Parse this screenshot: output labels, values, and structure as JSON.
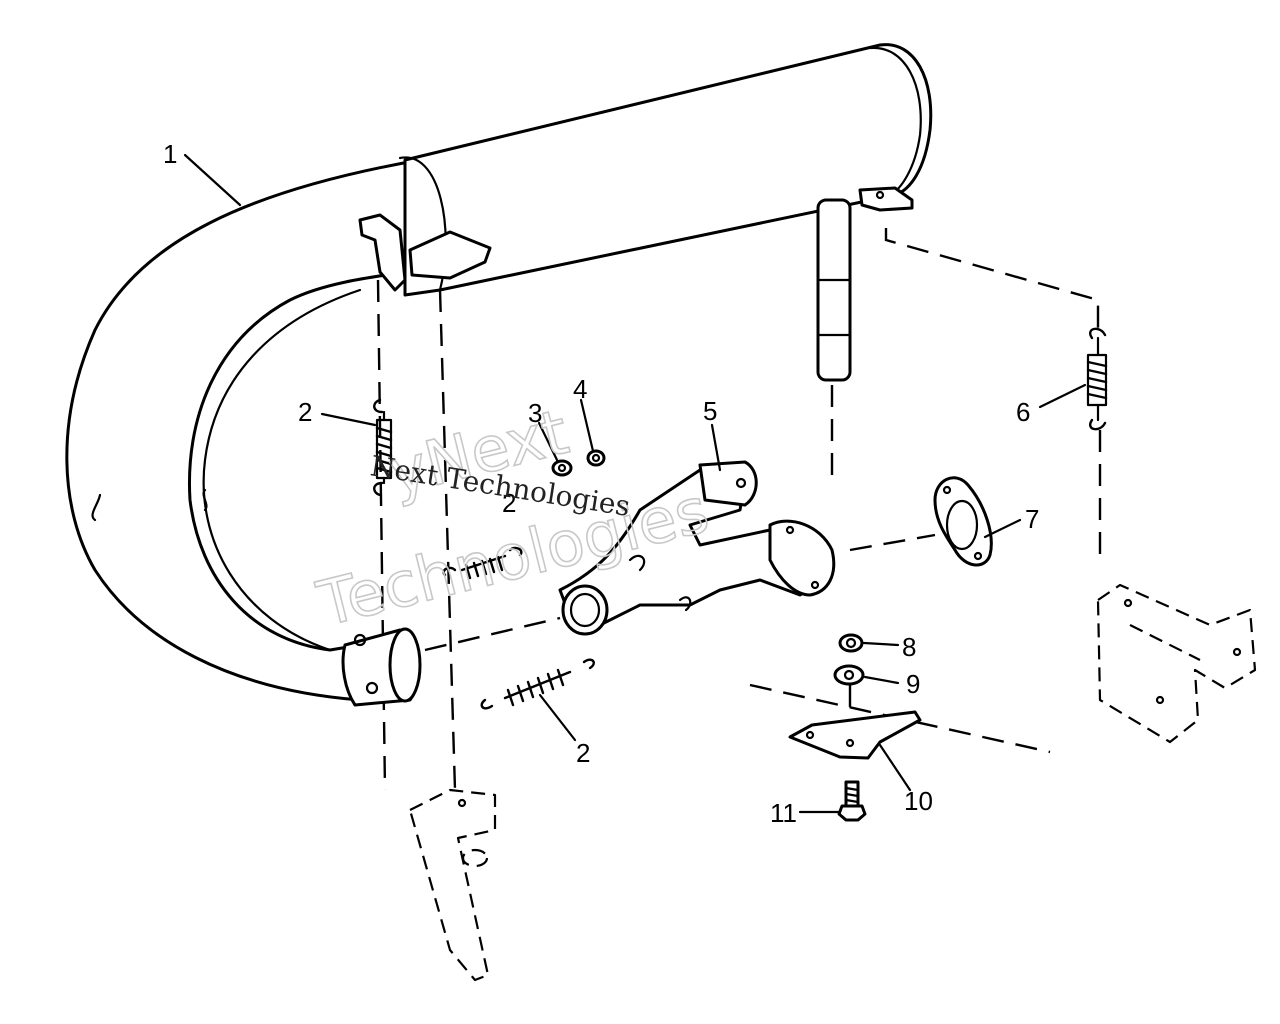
{
  "callouts": [
    {
      "id": "1",
      "label": "1"
    },
    {
      "id": "2a",
      "label": "2"
    },
    {
      "id": "2b",
      "label": "2"
    },
    {
      "id": "2c",
      "label": "2"
    },
    {
      "id": "3",
      "label": "3"
    },
    {
      "id": "4",
      "label": "4"
    },
    {
      "id": "5",
      "label": "5"
    },
    {
      "id": "6",
      "label": "6"
    },
    {
      "id": "7",
      "label": "7"
    },
    {
      "id": "8",
      "label": "8"
    },
    {
      "id": "9",
      "label": "9"
    },
    {
      "id": "10",
      "label": "10"
    },
    {
      "id": "11",
      "label": "11"
    }
  ],
  "watermark": {
    "large_line1": "yNext",
    "large_line2": "Technologies",
    "small": "Next Technologies"
  },
  "colors": {
    "line": "#000000",
    "paper": "#ffffff",
    "watermark": "#c8c8c8"
  }
}
